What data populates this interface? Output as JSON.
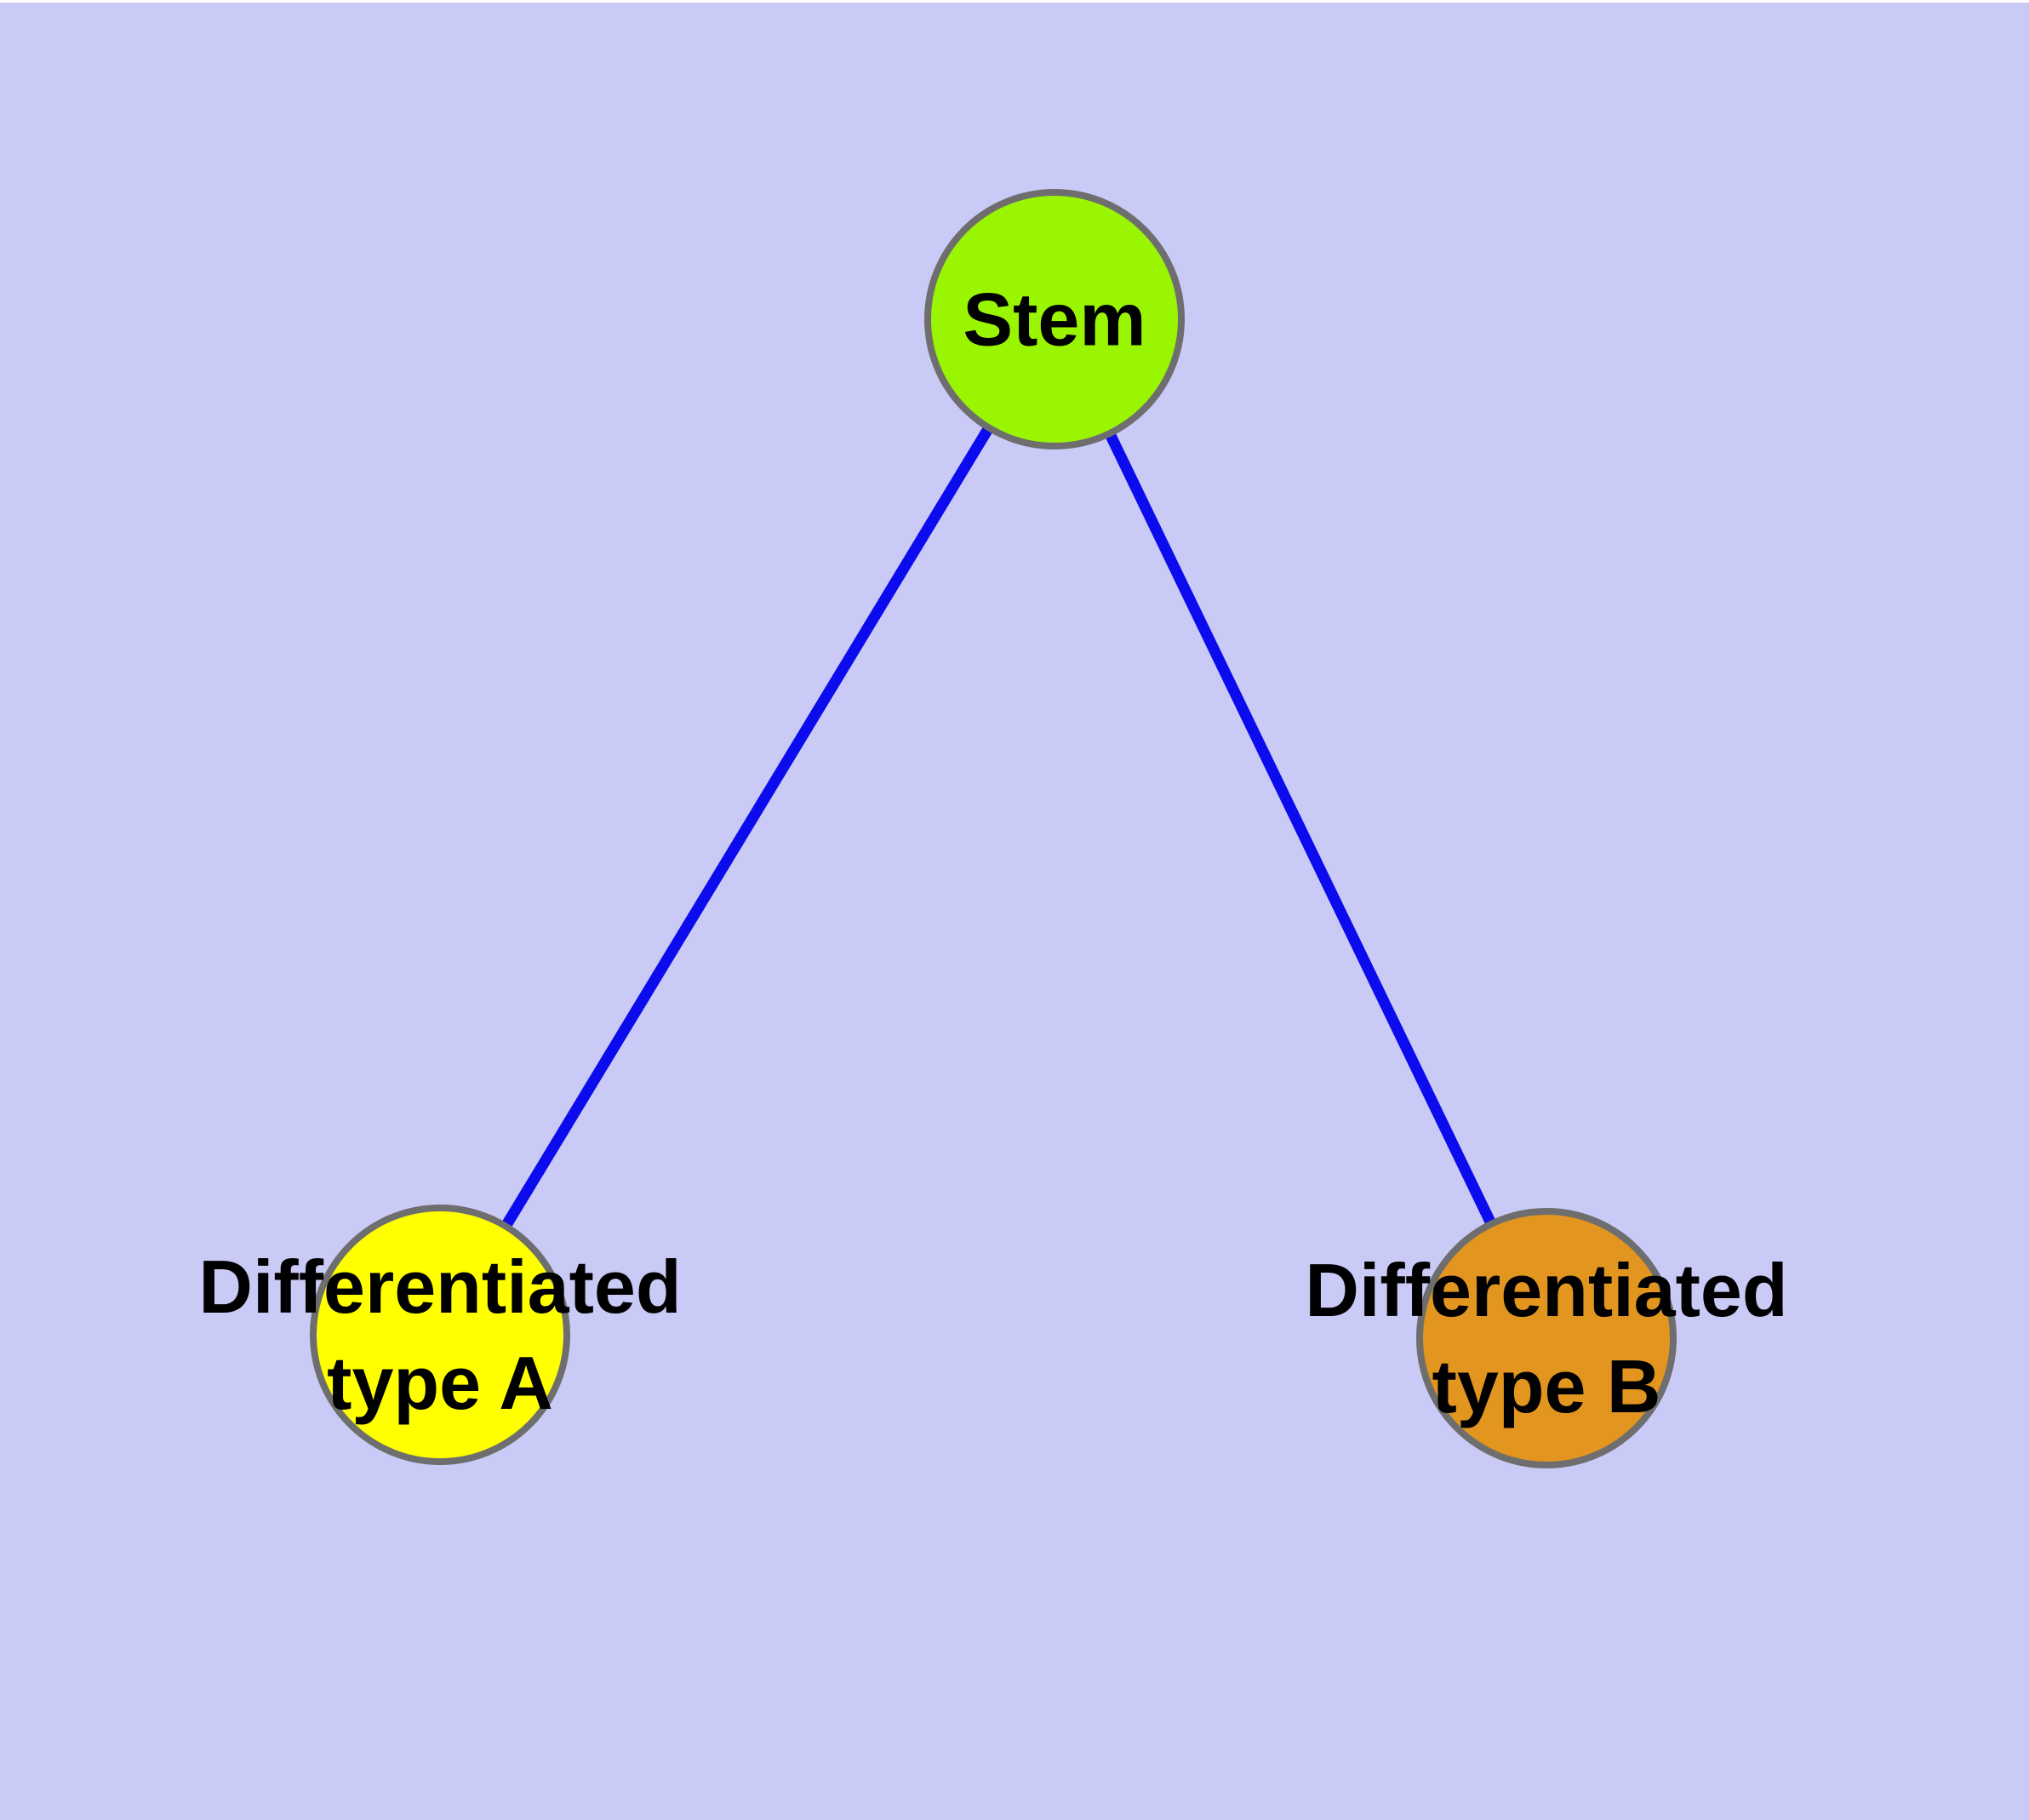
{
  "style": {
    "background_color": "#CACAF7",
    "top_strip_color": "#FFFFFF",
    "node_border_color": "#6E6E6E",
    "edge_color": "#0B0BEE",
    "label_color": "#000000"
  },
  "diagram": {
    "type": "node-link-tree",
    "nodes": {
      "stem": {
        "label": "Stem",
        "fill": "#9AF502"
      },
      "typeA": {
        "line1": "Differentiated",
        "line2": "type A",
        "full_label": "Differentiated type A",
        "fill": "#FFFF00"
      },
      "typeB": {
        "line1": "Differentiated",
        "line2": "type B",
        "full_label": "Differentiated type B",
        "fill": "#E2951F"
      }
    },
    "edges": [
      {
        "from": "Stem",
        "to": "Differentiated type A"
      },
      {
        "from": "Stem",
        "to": "Differentiated type B"
      }
    ]
  }
}
